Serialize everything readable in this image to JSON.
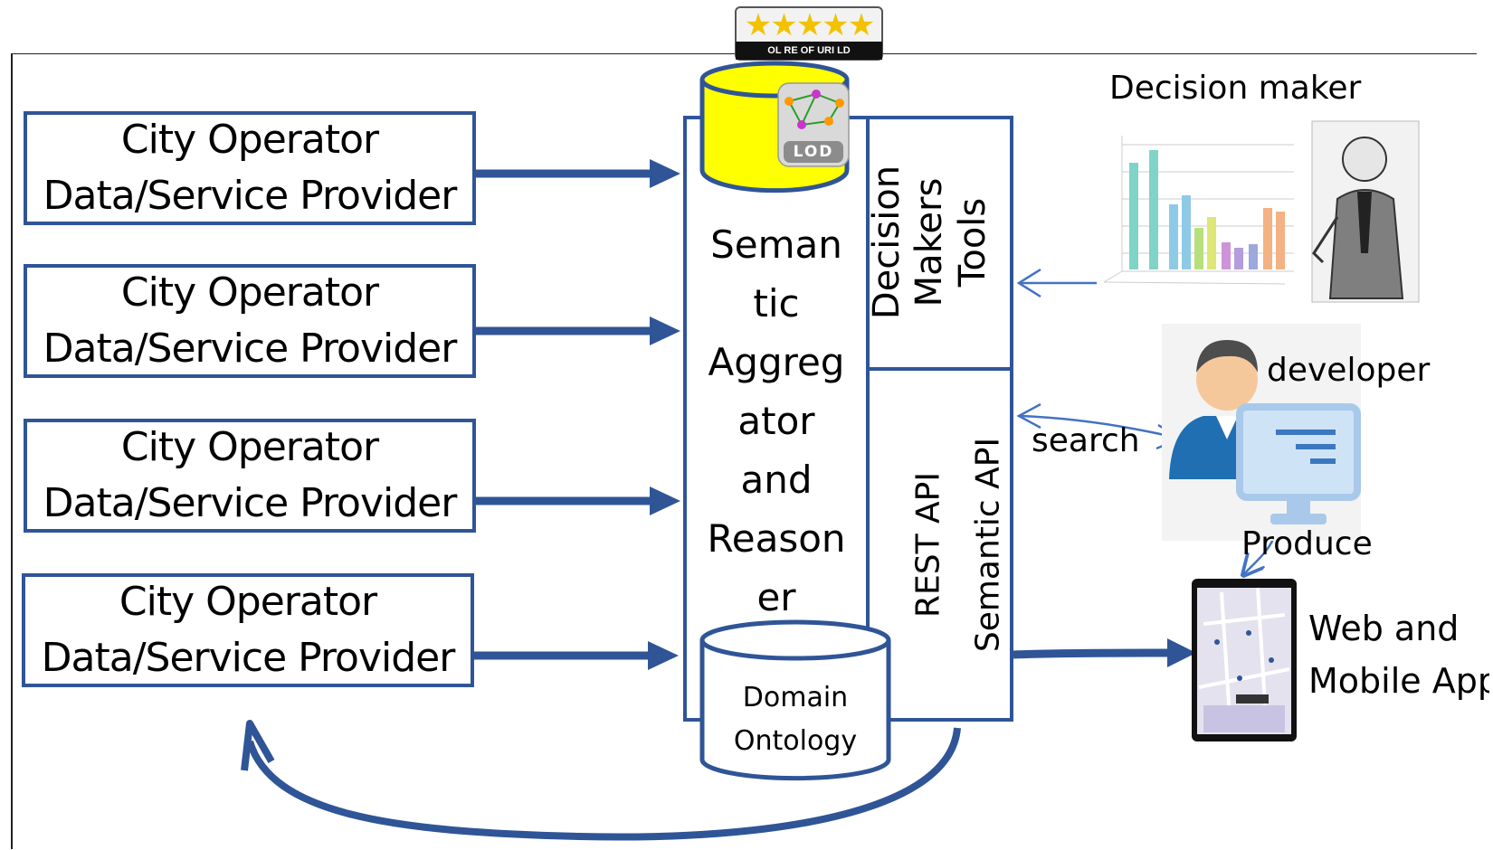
{
  "providers": [
    {
      "line1": "City Operator",
      "line2": "Data/Service Provider"
    },
    {
      "line1": "City Operator",
      "line2": "Data/Service Provider"
    },
    {
      "line1": "City Operator",
      "line2": "Data/Service Provider"
    },
    {
      "line1": "City Operator",
      "line2": "Data/Service Provider"
    }
  ],
  "aggregator": {
    "lines": [
      "Seman",
      "tic",
      "Aggreg",
      "ator",
      "and",
      "Reason",
      "er"
    ]
  },
  "lod_badge": {
    "label": "LOD"
  },
  "stars_badge": {
    "stars": "★★★★★",
    "caption": "OL RE OF URI LD"
  },
  "ontology": {
    "line1": "Domain",
    "line2": "Ontology"
  },
  "tools": {
    "line1": "Decision",
    "line2": "Makers",
    "line3": "Tools"
  },
  "api": {
    "line1": "REST API",
    "line2": "Semantic   API"
  },
  "actors": {
    "decision_maker": "Decision maker",
    "developer": "developer",
    "search": "search",
    "produce": "Produce",
    "app_line1": "Web and",
    "app_line2": "Mobile App"
  },
  "colors": {
    "box_border": "#2f5597",
    "arrow": "#2f5597",
    "db_yellow": "#ffff00",
    "light_arrow": "#4472c4"
  }
}
